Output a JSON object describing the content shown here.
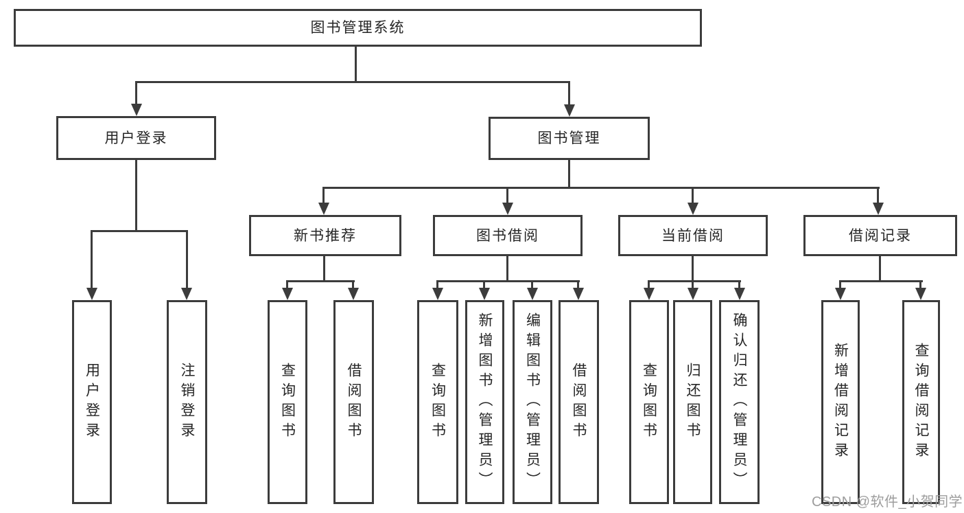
{
  "title": {
    "label": "图书管理系统"
  },
  "level2": [
    {
      "label": "用户登录"
    },
    {
      "label": "图书管理"
    }
  ],
  "level3": [
    {
      "label": "新书推荐"
    },
    {
      "label": "图书借阅"
    },
    {
      "label": "当前借阅"
    },
    {
      "label": "借阅记录"
    }
  ],
  "leaves": [
    {
      "label": "用户登录"
    },
    {
      "label": "注销登录"
    },
    {
      "label": "查询图书"
    },
    {
      "label": "借阅图书"
    },
    {
      "label": "查询图书"
    },
    {
      "label": "新增图书（管理员）"
    },
    {
      "label": "编辑图书（管理员）"
    },
    {
      "label": "借阅图书"
    },
    {
      "label": "查询图书"
    },
    {
      "label": "归还图书"
    },
    {
      "label": "确认归还（管理员）"
    },
    {
      "label": "新增借阅记录"
    },
    {
      "label": "查询借阅记录"
    }
  ],
  "watermark": {
    "text": "CSDN @软件_小贺同学"
  },
  "colors": {
    "line": "#3c3c3c",
    "text": "#262626",
    "watermark": "#9d9d9d",
    "background": "#ffffff"
  }
}
